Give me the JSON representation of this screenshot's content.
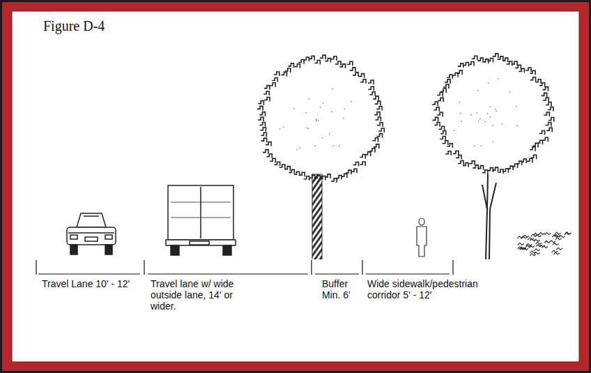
{
  "diagram": {
    "title": "Figure D-4",
    "labels": [
      "Travel Lane 10' - 12'",
      "Travel lane w/ wide outside lane, 14' or wider.",
      "Buffer Min. 6'",
      "Wide sidewalk/pedestrian corridor 5' - 12'"
    ]
  }
}
